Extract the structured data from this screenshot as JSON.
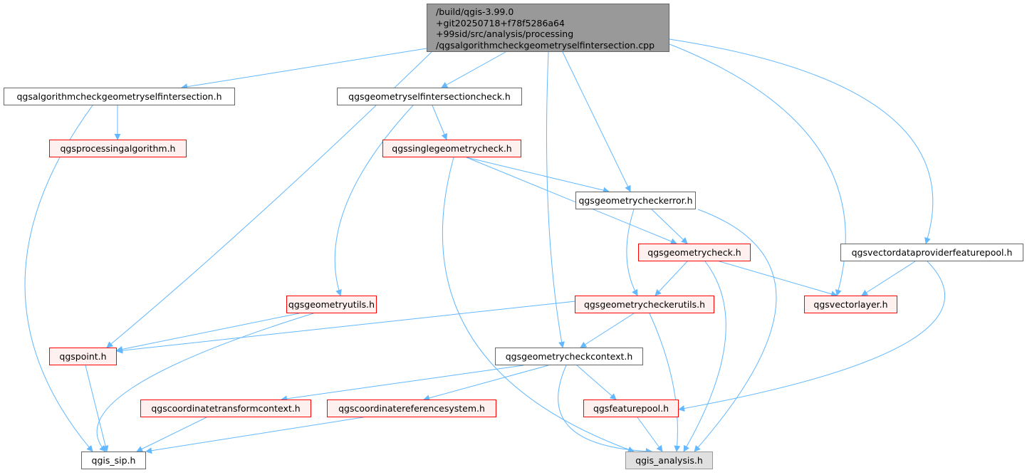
{
  "root": {
    "lines": [
      "/build/qgis-3.99.0",
      "+git20250718+f78f5286a64",
      "+99sid/src/analysis/processing",
      "/qgsalgorithmcheckgeometryselfintersection.cpp"
    ]
  },
  "nodes": [
    {
      "id": "algo",
      "label": "qgsalgorithmcheckgeometryselfintersection.h",
      "style": "plain"
    },
    {
      "id": "selfint",
      "label": "qgsgeometryselfintersectioncheck.h",
      "style": "plain"
    },
    {
      "id": "processing",
      "label": "qgsprocessingalgorithm.h",
      "style": "red"
    },
    {
      "id": "single",
      "label": "qgssinglegeometrycheck.h",
      "style": "red"
    },
    {
      "id": "checkerror",
      "label": "qgsgeometrycheckerror.h",
      "style": "plain"
    },
    {
      "id": "geomcheck",
      "label": "qgsgeometrycheck.h",
      "style": "red"
    },
    {
      "id": "vdpfp",
      "label": "qgsvectordataproviderfeaturepool.h",
      "style": "plain"
    },
    {
      "id": "geomutils",
      "label": "qgsgeometryutils.h",
      "style": "red"
    },
    {
      "id": "checkerutils",
      "label": "qgsgeometrycheckerutils.h",
      "style": "red"
    },
    {
      "id": "vectorlayer",
      "label": "qgsvectorlayer.h",
      "style": "red"
    },
    {
      "id": "point",
      "label": "qgspoint.h",
      "style": "red"
    },
    {
      "id": "context",
      "label": "qgsgeometrycheckcontext.h",
      "style": "plain"
    },
    {
      "id": "coordtransform",
      "label": "qgscoordinatetransformcontext.h",
      "style": "red"
    },
    {
      "id": "crs",
      "label": "qgscoordinatereferencesystem.h",
      "style": "red"
    },
    {
      "id": "featurepool",
      "label": "qgsfeaturepool.h",
      "style": "red"
    },
    {
      "id": "sip",
      "label": "qgis_sip.h",
      "style": "plain"
    },
    {
      "id": "analysis",
      "label": "qgis_analysis.h",
      "style": "gray"
    }
  ],
  "edges": [
    [
      "root",
      "algo"
    ],
    [
      "root",
      "selfint"
    ],
    [
      "root",
      "point"
    ],
    [
      "root",
      "context"
    ],
    [
      "root",
      "checkerror"
    ],
    [
      "root",
      "vectorlayer"
    ],
    [
      "root",
      "vdpfp"
    ],
    [
      "algo",
      "processing"
    ],
    [
      "algo",
      "sip"
    ],
    [
      "selfint",
      "single"
    ],
    [
      "selfint",
      "geomutils"
    ],
    [
      "single",
      "checkerror"
    ],
    [
      "single",
      "geomcheck"
    ],
    [
      "single",
      "analysis"
    ],
    [
      "checkerror",
      "geomcheck"
    ],
    [
      "checkerror",
      "checkerutils"
    ],
    [
      "checkerror",
      "analysis"
    ],
    [
      "geomcheck",
      "checkerutils"
    ],
    [
      "geomcheck",
      "vectorlayer"
    ],
    [
      "geomcheck",
      "analysis"
    ],
    [
      "vdpfp",
      "vectorlayer"
    ],
    [
      "vdpfp",
      "featurepool"
    ],
    [
      "geomutils",
      "point"
    ],
    [
      "geomutils",
      "sip"
    ],
    [
      "checkerutils",
      "point"
    ],
    [
      "checkerutils",
      "context"
    ],
    [
      "checkerutils",
      "analysis"
    ],
    [
      "point",
      "sip"
    ],
    [
      "context",
      "coordtransform"
    ],
    [
      "context",
      "crs"
    ],
    [
      "context",
      "featurepool"
    ],
    [
      "context",
      "analysis"
    ],
    [
      "coordtransform",
      "sip"
    ],
    [
      "crs",
      "sip"
    ],
    [
      "featurepool",
      "analysis"
    ]
  ],
  "colors": {
    "edge": "#63b8ff",
    "red_border": "#ff0000",
    "red_fill": "#fff0f0",
    "root_fill": "#999999",
    "gray_fill": "#e0e0e0"
  }
}
